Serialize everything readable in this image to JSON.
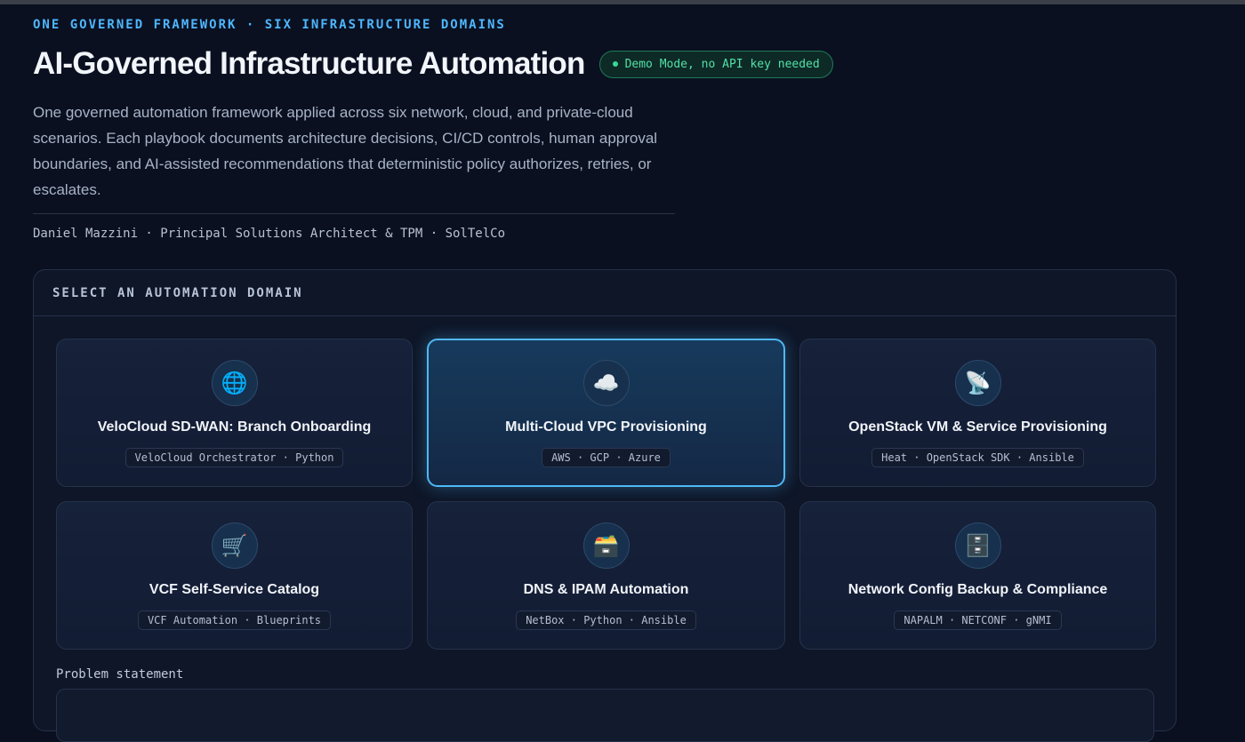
{
  "header": {
    "eyebrow": "ONE GOVERNED FRAMEWORK · SIX INFRASTRUCTURE DOMAINS",
    "title": "AI-Governed Infrastructure Automation",
    "badge": "Demo Mode, no API key needed",
    "description": "One governed automation framework applied across six network, cloud, and private-cloud scenarios. Each playbook documents architecture decisions, CI/CD controls, human approval boundaries, and AI-assisted recommendations that deterministic policy authorizes, retries, or escalates.",
    "byline": "Daniel Mazzini · Principal Solutions Architect & TPM · SolTelCo"
  },
  "panel": {
    "title": "SELECT AN AUTOMATION DOMAIN",
    "selected": "Multi-Cloud VPC Provisioning",
    "cards": [
      {
        "title": "VeloCloud SD-WAN: Branch Onboarding",
        "tags": "VeloCloud Orchestrator · Python",
        "icon": "globe-icon",
        "glyph": "🌐"
      },
      {
        "title": "Multi-Cloud VPC Provisioning",
        "tags": "AWS · GCP · Azure",
        "icon": "cloud-icon",
        "glyph": "☁️"
      },
      {
        "title": "OpenStack VM & Service Provisioning",
        "tags": "Heat · OpenStack SDK · Ansible",
        "icon": "satellite-dish-icon",
        "glyph": "📡"
      },
      {
        "title": "VCF Self-Service Catalog",
        "tags": "VCF Automation · Blueprints",
        "icon": "shopping-cart-icon",
        "glyph": "🛒"
      },
      {
        "title": "DNS & IPAM Automation",
        "tags": "NetBox · Python · Ansible",
        "icon": "card-file-box-icon",
        "glyph": "🗃️"
      },
      {
        "title": "Network Config Backup & Compliance",
        "tags": "NAPALM · NETCONF · gNMI",
        "icon": "file-cabinet-icon",
        "glyph": "🗄️"
      }
    ],
    "problem_label": "Problem statement"
  },
  "colors": {
    "background": "#0a1020",
    "accent": "#4fb7ff",
    "badge_green": "#52e0a6",
    "selected_border": "#4fb8f5"
  }
}
